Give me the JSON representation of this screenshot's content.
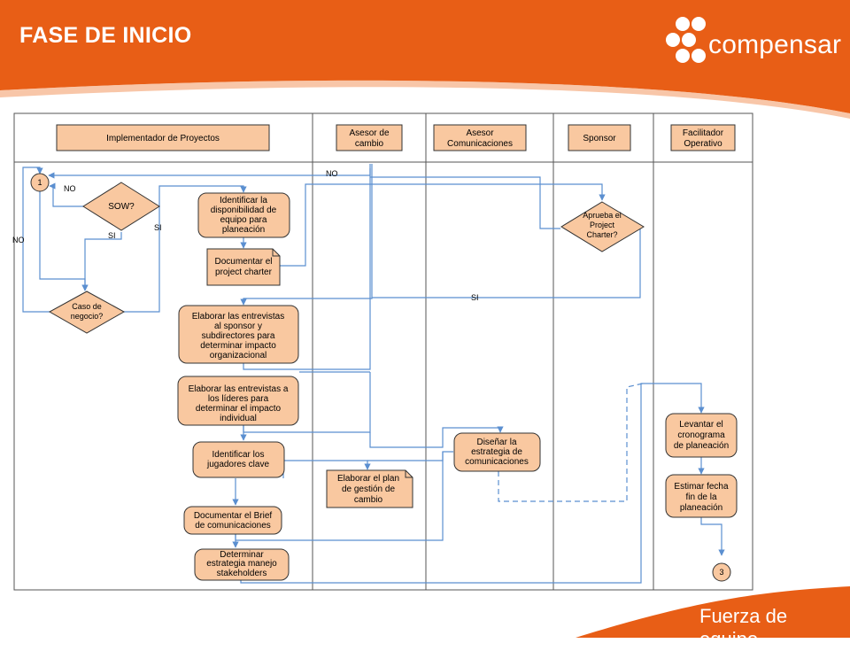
{
  "slide": {
    "title": "FASE DE INICIO",
    "brand": "compensar",
    "tagline": "Fuerza de equipo"
  },
  "lanes": [
    {
      "label": "Implementador  de Proyectos"
    },
    {
      "label": "Asesor de cambio"
    },
    {
      "label": "Asesor Comunicaciones"
    },
    {
      "label": "Sponsor"
    },
    {
      "label": "Facilitador Operativo"
    }
  ],
  "connectors": {
    "start": "1",
    "end": "3"
  },
  "decisions": {
    "sow": "SOW?",
    "caso": "Caso de negocio?",
    "aprueba": "Aprueba el Project Charter?"
  },
  "tasks": {
    "identificar_disponibilidad": "Identificar la disponibilidad de equipo para planeación",
    "entrevistas_sponsor": "Elaborar las entrevistas al sponsor y subdirectores para determinar impacto organizacional",
    "entrevistas_lideres": "Elaborar las entrevistas a los lideres para determinar el impacto individual",
    "identificar_jugadores": "Identificar los jugadores clave",
    "documentar_brief": "Documentar el Brief de comunicaciones",
    "determinar_estrategia": "Determinar estrategia manejo stakeholders",
    "disenar_estrategia": "Diseñar la estrategia de comunicaciones",
    "levantar_cronograma": "Levantar el cronograma de planeación",
    "estimar_fecha": "Estimar fecha fin de la planeación"
  },
  "documents": {
    "project_charter": "Documentar el project charter",
    "plan_gestion": "Elaborar el plan de gestión de cambio"
  },
  "edge_labels": {
    "no_sow": "NO",
    "si_sow_bottom": "SI",
    "si_sow_right": "SI",
    "no_left": "NO",
    "no_top": "NO",
    "si_bottom": "SI"
  },
  "colors": {
    "orange": "#E85E16",
    "box_fill": "#F9C8A0",
    "box_stroke": "#333333",
    "arrow": "#5B8FD0"
  }
}
